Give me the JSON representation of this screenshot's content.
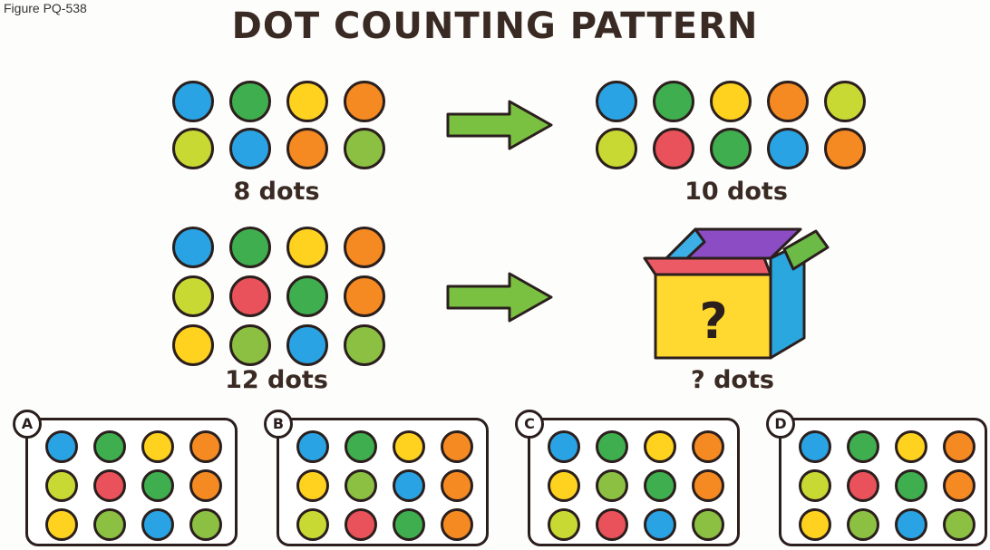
{
  "figure_id": "Figure PQ-538",
  "title": "DOT COUNTING PATTERN",
  "colors": {
    "blue": "#29a3e3",
    "green": "#3fae4f",
    "yellow": "#ffd21f",
    "orange": "#f58a22",
    "lime": "#c9d934",
    "red": "#e9525a",
    "olive": "#8cc043",
    "box_front": "#ffd92f",
    "box_side": "#2ba7e0",
    "box_inside": "#8b4cc4",
    "box_flap_left": "#ec5a66",
    "box_flap_right": "#6bbb46",
    "arrow": "#7ac142"
  },
  "examples": [
    {
      "caption": "8 dots",
      "grid": [
        [
          "blue",
          "green",
          "yellow",
          "orange"
        ],
        [
          "lime",
          "blue",
          "orange",
          "olive"
        ]
      ]
    },
    {
      "caption": "10 dots",
      "grid": [
        [
          "blue",
          "green",
          "yellow",
          "orange",
          "lime"
        ],
        [
          "lime",
          "red",
          "green",
          "blue",
          "orange"
        ]
      ]
    },
    {
      "caption": "12 dots",
      "grid": [
        [
          "blue",
          "green",
          "yellow",
          "orange"
        ],
        [
          "lime",
          "red",
          "green",
          "orange"
        ],
        [
          "yellow",
          "olive",
          "blue",
          "olive"
        ]
      ]
    }
  ],
  "mystery": {
    "symbol": "?",
    "caption": "? dots",
    "icon": "open-box-question-icon"
  },
  "options": [
    {
      "label": "A",
      "grid": [
        [
          "blue",
          "green",
          "yellow",
          "orange"
        ],
        [
          "lime",
          "red",
          "green",
          "orange"
        ],
        [
          "yellow",
          "olive",
          "blue",
          "olive"
        ]
      ]
    },
    {
      "label": "B",
      "grid": [
        [
          "blue",
          "green",
          "yellow",
          "orange"
        ],
        [
          "yellow",
          "olive",
          "blue",
          "orange"
        ],
        [
          "lime",
          "red",
          "green",
          "orange"
        ]
      ]
    },
    {
      "label": "C",
      "grid": [
        [
          "blue",
          "green",
          "yellow",
          "orange"
        ],
        [
          "yellow",
          "olive",
          "green",
          "orange"
        ],
        [
          "lime",
          "red",
          "blue",
          "olive"
        ]
      ]
    },
    {
      "label": "D",
      "grid": [
        [
          "blue",
          "green",
          "yellow",
          "orange"
        ],
        [
          "lime",
          "red",
          "green",
          "orange"
        ],
        [
          "yellow",
          "olive",
          "blue",
          "olive"
        ]
      ]
    }
  ]
}
